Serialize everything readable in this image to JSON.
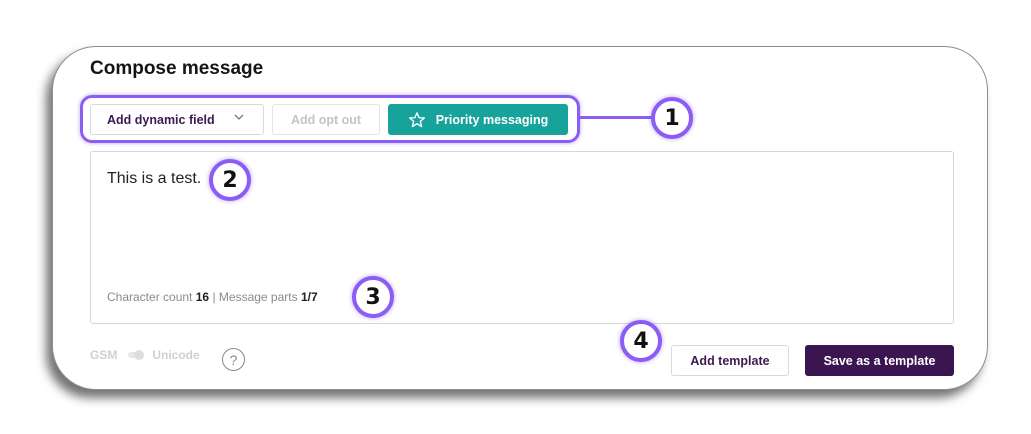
{
  "compose": {
    "title": "Compose message"
  },
  "toolbar": {
    "add_dynamic_field_label": "Add dynamic field",
    "add_opt_out_label": "Add opt out",
    "priority_messaging_label": "Priority messaging"
  },
  "message": {
    "text": "This is a test.",
    "character_count_label": "Character count",
    "character_count": "16",
    "separator": "|",
    "message_parts_label": "Message parts",
    "message_parts": "1/7"
  },
  "encoding": {
    "gsm_label": "GSM",
    "unicode_label": "Unicode",
    "help_glyph": "?"
  },
  "actions": {
    "add_template_label": "Add template",
    "save_template_label": "Save as a template"
  },
  "callouts": {
    "one": "1",
    "two": "2",
    "three": "3",
    "four": "4"
  },
  "colors": {
    "accent_teal": "#17a39c",
    "primary_purple": "#3a1550",
    "callout_violet": "#8b5cf6"
  },
  "icons": {
    "priority": "star-outline-icon",
    "dropdown": "chevron-down-icon",
    "help": "question-circle-icon"
  }
}
